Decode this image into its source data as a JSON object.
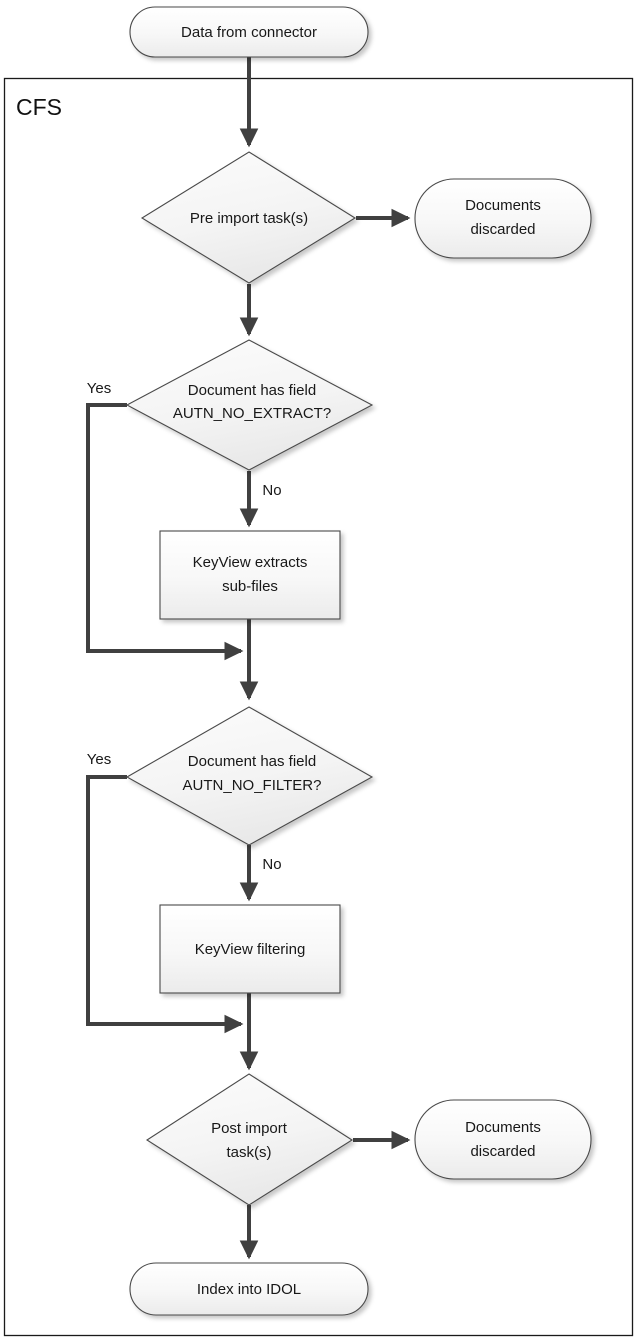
{
  "diagram": {
    "title_container": "CFS",
    "nodes": {
      "start": {
        "label": "Data from connector",
        "shape": "rounded"
      },
      "pre_import": {
        "label": "Pre import task(s)",
        "shape": "diamond"
      },
      "discarded_top": {
        "label_line1": "Documents",
        "label_line2": "discarded",
        "shape": "rounded"
      },
      "decision_extract": {
        "label_line1": "Document has field",
        "label_line2": "AUTN_NO_EXTRACT?",
        "shape": "diamond"
      },
      "keyview_extract": {
        "label_line1": "KeyView extracts",
        "label_line2": "sub-files",
        "shape": "rect"
      },
      "decision_filter": {
        "label_line1": "Document has field",
        "label_line2": "AUTN_NO_FILTER?",
        "shape": "diamond"
      },
      "keyview_filter": {
        "label": "KeyView filtering",
        "shape": "rect"
      },
      "post_import": {
        "label_line1": "Post import",
        "label_line2": "task(s)",
        "shape": "diamond"
      },
      "discarded_bottom": {
        "label_line1": "Documents",
        "label_line2": "discarded",
        "shape": "rounded"
      },
      "end": {
        "label": "Index into IDOL",
        "shape": "rounded"
      }
    },
    "edge_labels": {
      "extract_yes": "Yes",
      "extract_no": "No",
      "filter_yes": "Yes",
      "filter_no": "No"
    },
    "colors": {
      "shape_fill_light": "#fbfbfb",
      "shape_fill_dark": "#eeeeee",
      "shape_stroke": "#4a4a4a",
      "connector": "#404040",
      "container_stroke": "#1a1a1a",
      "text": "#181818",
      "background": "#ffffff"
    }
  }
}
